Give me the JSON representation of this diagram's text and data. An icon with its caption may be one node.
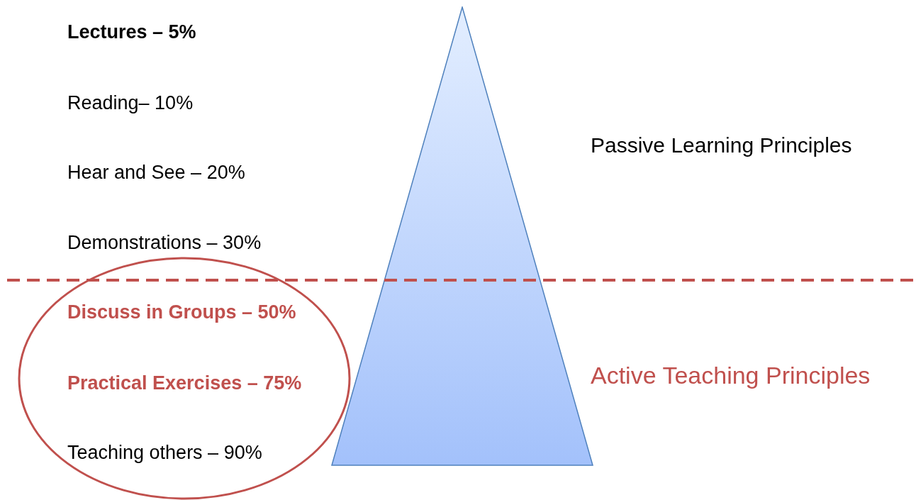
{
  "diagram": {
    "nodes": [
      {
        "text": [
          "Discuss in Groups – 50%",
          "Practical Exercises – 75%",
          "Teaching others – 90%"
        ]
      },
      {
        "text": [],
        "shape": "triangle"
      }
    ],
    "labels": [
      "Lectures – 5%",
      "Reading– 10%",
      "Hear and See – 20%",
      "Passive Learning Principles",
      "Demonstrations – 30%",
      "Active Teaching Principles"
    ]
  }
}
